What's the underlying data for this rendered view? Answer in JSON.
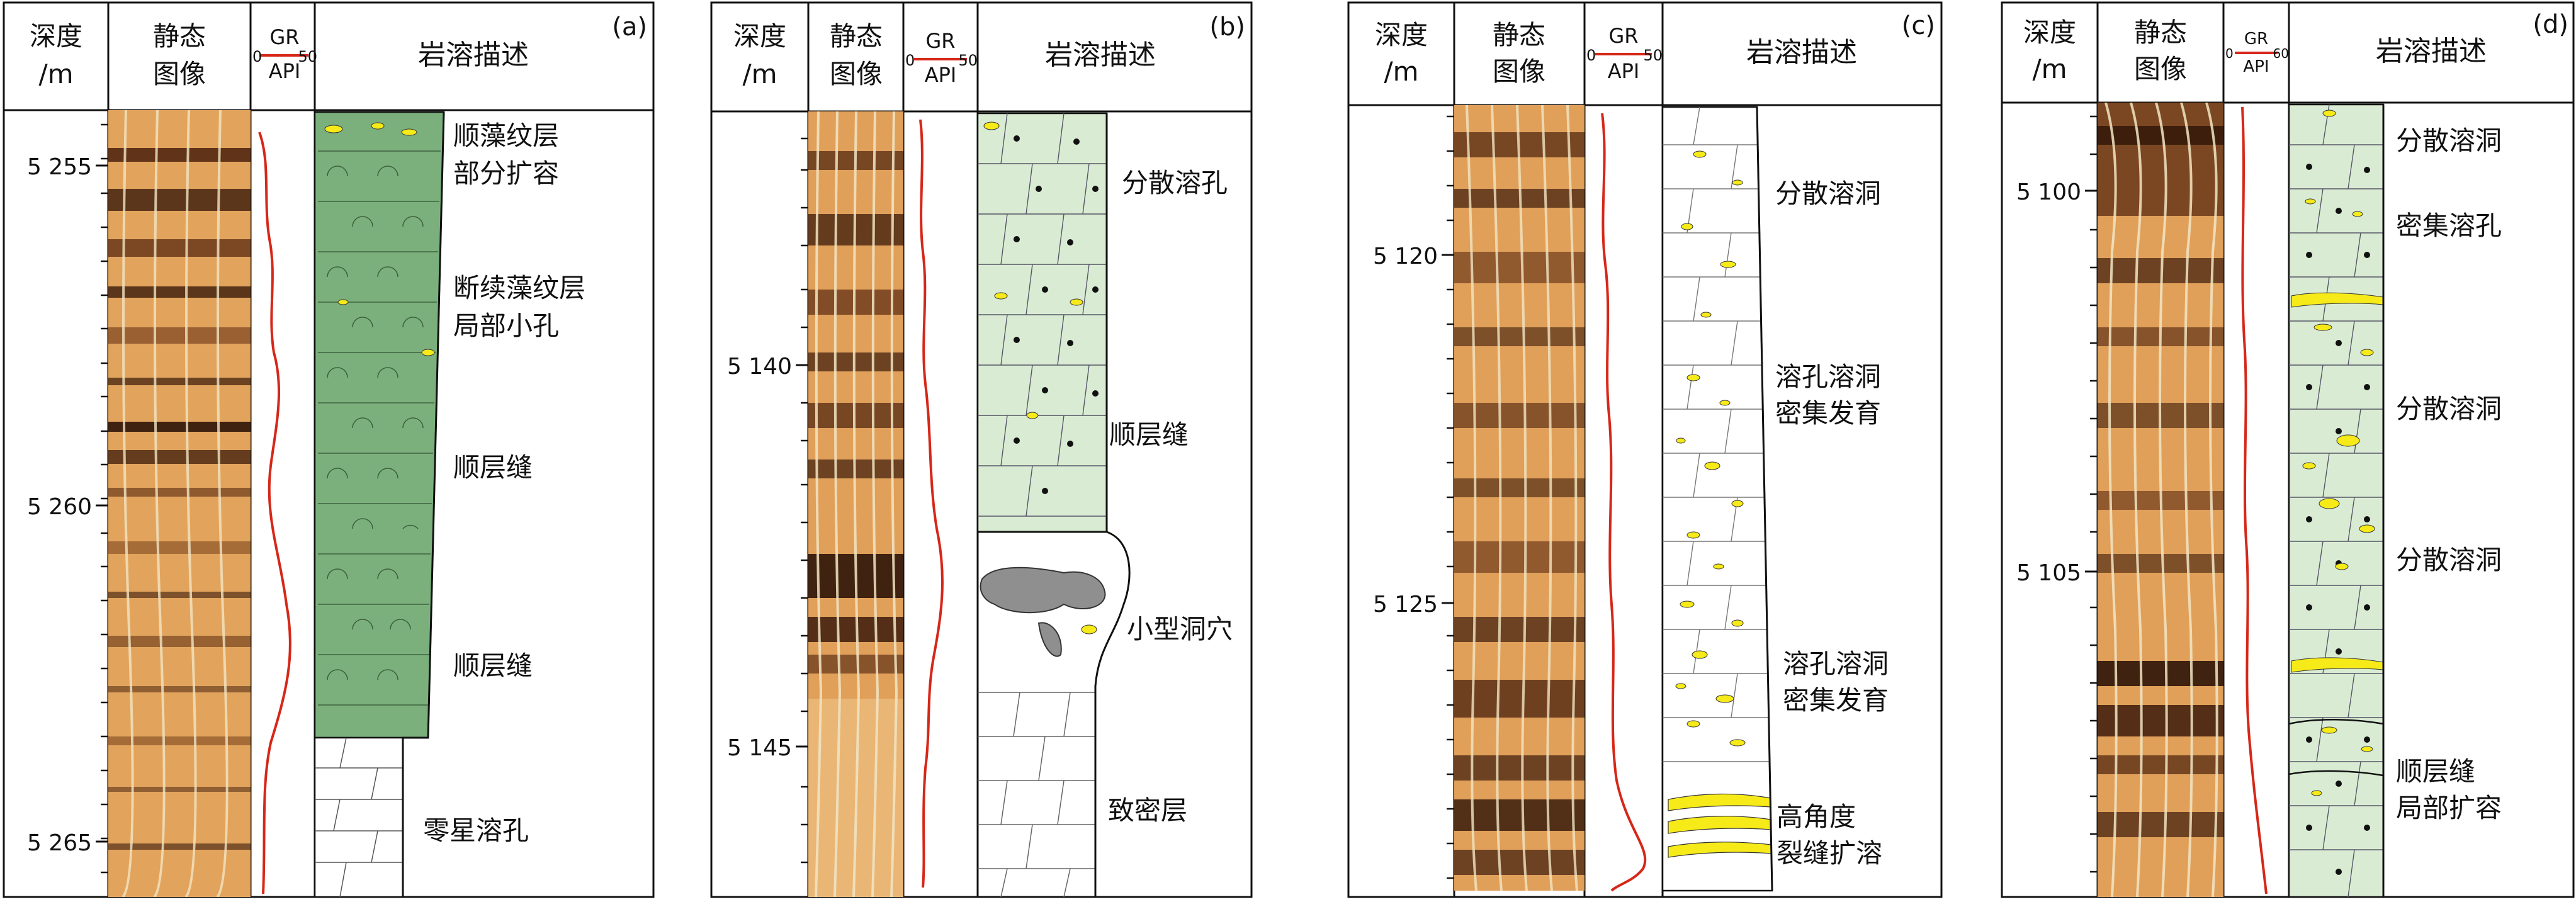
{
  "headers": {
    "depth_line1": "深度",
    "depth_line2": "/m",
    "image_line1": "静态",
    "image_line2": "图像",
    "gr_top": "GR",
    "gr_bottom": "API",
    "gr_min": "0",
    "desc": "岩溶描述"
  },
  "panels": [
    {
      "id": "a",
      "label": "(a)",
      "gr_max": "50",
      "ticks": [
        "5 255",
        "5 260",
        "5 265"
      ],
      "descriptions": [
        {
          "lines": [
            "顺藻纹层",
            "部分扩容"
          ]
        },
        {
          "lines": [
            "断续藻纹层",
            "局部小孔"
          ]
        },
        {
          "lines": [
            "顺层缝"
          ]
        },
        {
          "lines": [
            "顺层缝"
          ]
        },
        {
          "lines": [
            "零星溶孔"
          ]
        }
      ]
    },
    {
      "id": "b",
      "label": "(b)",
      "gr_max": "50",
      "ticks": [
        "5 140",
        "5 145"
      ],
      "descriptions": [
        {
          "lines": [
            "分散溶孔"
          ]
        },
        {
          "lines": [
            "顺层缝"
          ]
        },
        {
          "lines": [
            "小型洞穴"
          ]
        },
        {
          "lines": [
            "致密层"
          ]
        }
      ]
    },
    {
      "id": "c",
      "label": "(c)",
      "gr_max": "50",
      "ticks": [
        "5 120",
        "5 125"
      ],
      "descriptions": [
        {
          "lines": [
            "分散溶洞"
          ]
        },
        {
          "lines": [
            "溶孔溶洞",
            "密集发育"
          ]
        },
        {
          "lines": [
            "溶孔溶洞",
            "密集发育"
          ]
        },
        {
          "lines": [
            "高角度",
            "裂缝扩溶"
          ]
        }
      ]
    },
    {
      "id": "d",
      "label": "(d)",
      "gr_max": "60",
      "ticks": [
        "5 100",
        "5 105"
      ],
      "descriptions": [
        {
          "lines": [
            "分散溶洞"
          ]
        },
        {
          "lines": [
            "密集溶孔"
          ]
        },
        {
          "lines": [
            "分散溶洞"
          ]
        },
        {
          "lines": [
            "分散溶洞"
          ]
        },
        {
          "lines": [
            "顺层缝",
            "局部扩容"
          ]
        }
      ]
    }
  ],
  "colors": {
    "border": "#111111",
    "gr_curve": "#d62718",
    "algal_fill": "#7bb07c",
    "dolomite_fill": "#d9ecd3",
    "vug_fill": "#f6ea19",
    "cave_fill": "#8f8f8f",
    "image_base": "#e0a05a",
    "image_dark": "#3b1a0a"
  }
}
